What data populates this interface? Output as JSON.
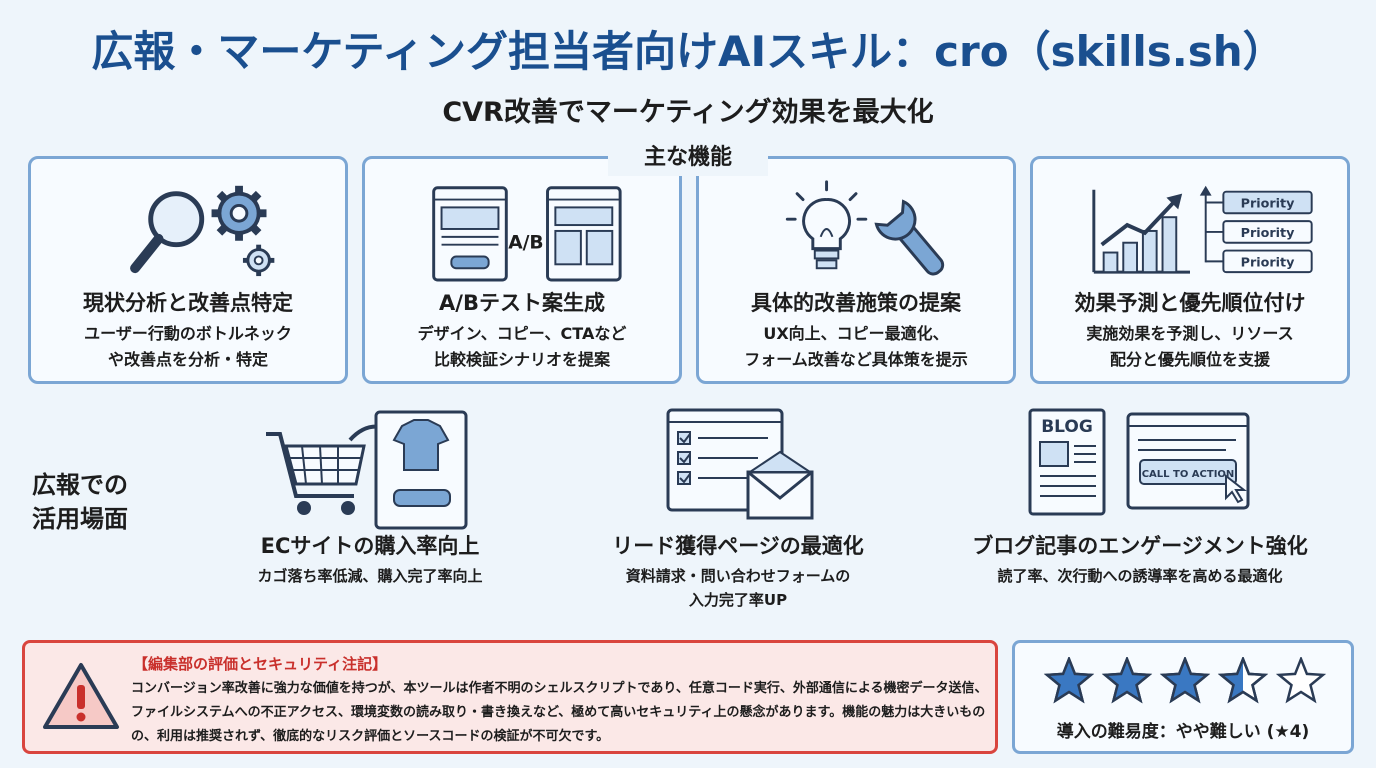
{
  "title": "広報・マーケティング担当者向けAIスキル：cro（skills.sh）",
  "subtitle": "CVR改善でマーケティング効果を最大化",
  "features_label": "主な機能",
  "features": [
    {
      "title": "現状分析と改善点特定",
      "desc": "ユーザー行動のボトルネック\nや改善点を分析・特定",
      "icon": "magnifier-gears-icon"
    },
    {
      "title": "A/Bテスト案生成",
      "desc": "デザイン、コピー、CTAなど\n比較検証シナリオを提案",
      "icon": "ab-test-icon",
      "icon_text": "A/B"
    },
    {
      "title": "具体的改善施策の提案",
      "desc": "UX向上、コピー最適化、\nフォーム改善など具体策を提示",
      "icon": "lightbulb-wrench-icon"
    },
    {
      "title": "効果予測と優先順位付け",
      "desc": "実施効果を予測し、リソース\n配分と優先順位を支援",
      "icon": "chart-priority-icon",
      "icon_labels": [
        "Priority",
        "Priority",
        "Priority"
      ]
    }
  ],
  "usage_label": "広報での\n活用場面",
  "usages": [
    {
      "title": "ECサイトの購入率向上",
      "desc": "カゴ落ち率低減、購入完了率向上",
      "icon": "cart-product-icon"
    },
    {
      "title": "リード獲得ページの最適化",
      "desc": "資料請求・問い合わせフォームの\n入力完了率UP",
      "icon": "form-envelope-icon"
    },
    {
      "title": "ブログ記事のエンゲージメント強化",
      "desc": "読了率、次行動への誘導率を高める最適化",
      "icon": "blog-cta-icon",
      "icon_labels": [
        "BLOG",
        "CALL TO ACTION"
      ]
    }
  ],
  "warning": {
    "title": "【編集部の評価とセキュリティ注記】",
    "text": "コンバージョン率改善に強力な価値を持つが、本ツールは作者不明のシェルスクリプトであり、任意コード実行、外部通信による機密データ送信、ファイルシステムへの不正アクセス、環境変数の読み取り・書き換えなど、極めて高いセキュリティ上の懸念があります。機能の魅力は大きいものの、利用は推奨されず、徹底的なリスク評価とソースコードの検証が不可欠です。",
    "icon": "warning-triangle-icon"
  },
  "rating": {
    "stars": 3.5,
    "max": 5,
    "label": "導入の難易度：やや難しい (★4)"
  },
  "colors": {
    "title": "#1a4f8f",
    "card_border": "#7ba6d4",
    "icon_fill": "#cfe1f4",
    "star_fill": "#3a78c2",
    "warning": "#d9453e"
  }
}
